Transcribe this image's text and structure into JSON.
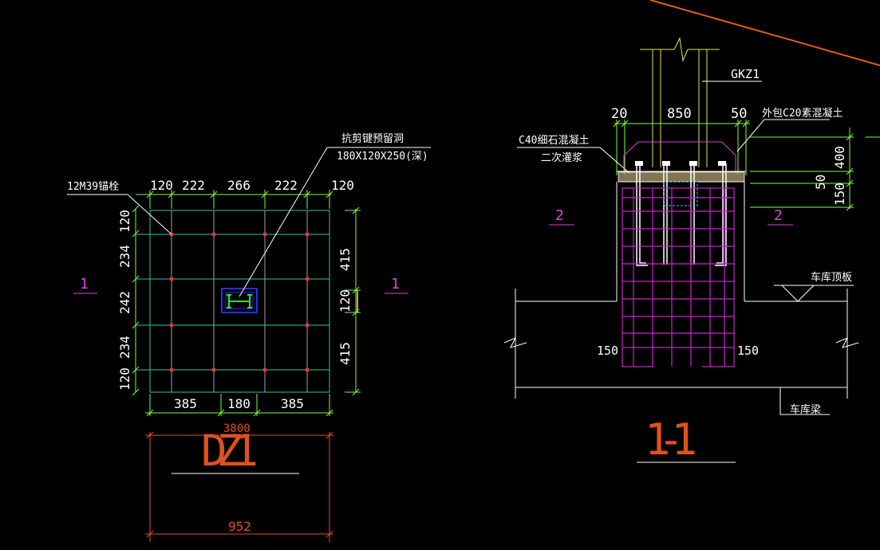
{
  "colors": {
    "background": "#000000",
    "dimension": "#7dff3a",
    "grid": "#2ec4b0",
    "text": "#ffffff",
    "section_label": "#e040e0",
    "plan_title": "#e05020",
    "rebar": "#d020d0",
    "column": "#e8e070",
    "bolt_hole": "#2030ff",
    "shear_key": "#30e040",
    "bolt": "#ff3030",
    "orange_line": "#e06010"
  },
  "plan": {
    "title": "DZ1",
    "bolt_note": "12M39锚栓",
    "hole_note_line1": "抗剪键预留洞",
    "hole_note_line2": "180X120X250(深)",
    "top_dims": [
      "120",
      "222",
      "266",
      "222",
      "120"
    ],
    "left_dims": [
      "120",
      "234",
      "242",
      "234",
      "120"
    ],
    "right_dims": [
      "415",
      "120",
      "415"
    ],
    "bottom_dims": [
      "385",
      "180",
      "385"
    ],
    "overall_width": "3800",
    "outer_width": "952",
    "section_mark_left": "1",
    "section_mark_right": "1"
  },
  "section": {
    "title": "1-1",
    "column_tag": "GKZ1",
    "dim_left": "20",
    "dim_mid": "850",
    "dim_right": "50",
    "outer_concrete_note": "外包C20素混凝土",
    "grout_note_line1": "C40细石混凝土",
    "grout_note_line2": "二次灌浆",
    "vert_dim_top": "400",
    "vert_dim_mid": "50",
    "vert_dim_bot": "150",
    "cover_left": "150",
    "cover_right": "150",
    "garage_roof": "车库顶板",
    "garage_beam": "车库梁",
    "section_mark_left": "2",
    "section_mark_right": "2"
  }
}
